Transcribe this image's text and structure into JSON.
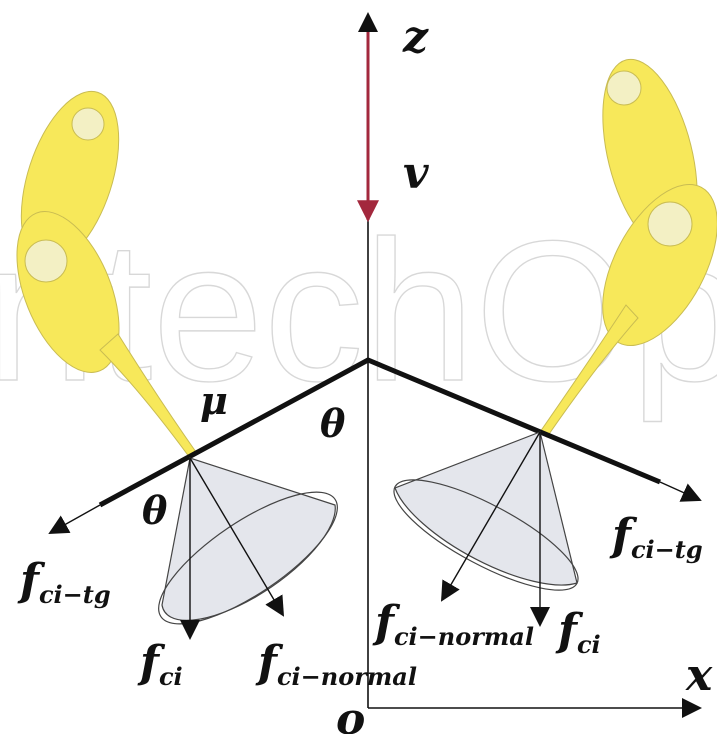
{
  "watermark": "IntechOpen",
  "colors": {
    "finger": "#f7e85a",
    "finger_stroke": "#c9bc52",
    "joint": "#f3f0c4",
    "cone": "#e4e6ec",
    "cone_stroke": "#444444",
    "beam": "#111111",
    "velocity": "#a3283d",
    "axis": "#111111"
  },
  "labels": {
    "z": "z",
    "x": "x",
    "o": "o",
    "v": "v",
    "mu": "μ",
    "theta_center": "θ",
    "theta_left": "θ",
    "f": "f",
    "sub_tg": "ci−tg",
    "sub_normal": "ci−normal",
    "sub_ci": "ci"
  },
  "icons": {
    "finger_left": "finger-icon",
    "finger_right": "finger-icon",
    "cone_left": "friction-cone-icon",
    "cone_right": "friction-cone-icon"
  }
}
